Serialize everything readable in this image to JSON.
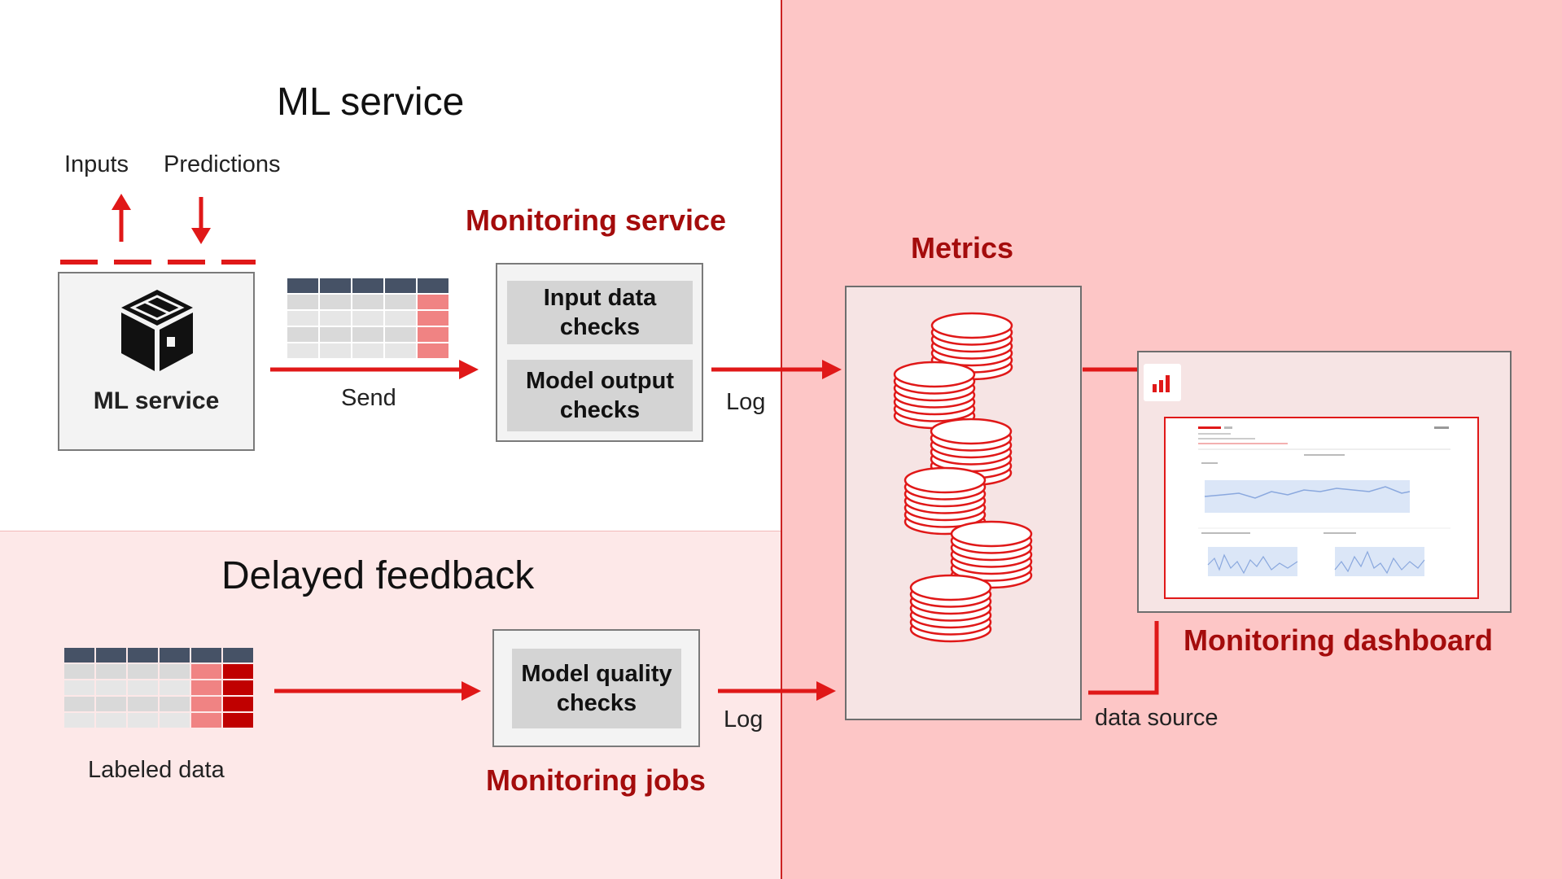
{
  "ml_service_section": {
    "title": "ML service",
    "inputs_label": "Inputs",
    "predictions_label": "Predictions",
    "service_box_label": "ML service",
    "send_label": "Send"
  },
  "monitoring_service": {
    "title": "Monitoring service",
    "checks": [
      "Input data checks",
      "Model output checks"
    ],
    "log_label": "Log"
  },
  "delayed_feedback_section": {
    "title": "Delayed feedback",
    "labeled_data_label": "Labeled data"
  },
  "monitoring_jobs": {
    "title": "Monitoring jobs",
    "check": "Model quality checks",
    "log_label": "Log"
  },
  "metrics": {
    "title": "Metrics"
  },
  "dashboard": {
    "title": "Monitoring dashboard",
    "data_source_label": "data source"
  },
  "colors": {
    "accent_red": "#e01818",
    "dark_red": "#a40c0c",
    "pink_bg": "#fdc6c6",
    "light_pink_bg": "#fde8e8",
    "table_header": "#465266",
    "table_cell": "#d9d9d9",
    "pred_cell": "#f08383",
    "label_cell": "#c00000"
  },
  "icons": [
    "box-icon",
    "database-stack-icon",
    "bar-chart-icon"
  ]
}
